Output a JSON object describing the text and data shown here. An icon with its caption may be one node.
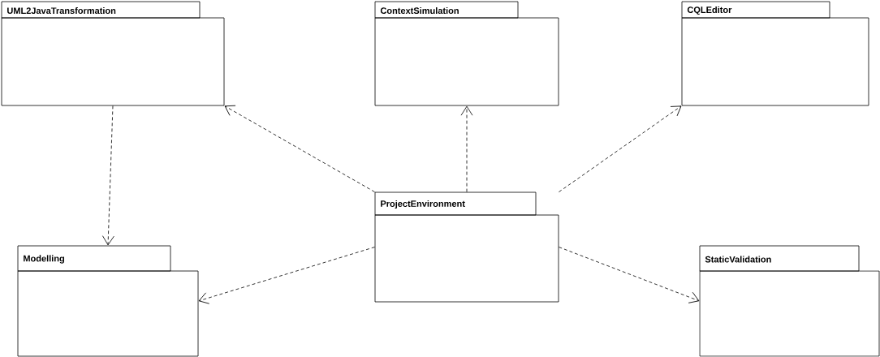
{
  "diagram": {
    "nodes": [
      {
        "text": [
          "UML2JavaTransformation"
        ]
      },
      {
        "text": [
          "ContextSimulation"
        ]
      },
      {
        "text": [
          "CQLEditor"
        ]
      },
      {
        "text": [
          "ProjectEnvironment"
        ]
      },
      {
        "text": [
          "Modelling"
        ]
      },
      {
        "text": [
          "StaticValidation"
        ]
      }
    ],
    "edges": [
      {
        "from": 3,
        "to": 0,
        "arrow": "to",
        "style": "dashed"
      },
      {
        "from": 3,
        "to": 1,
        "arrow": "to",
        "style": "dashed"
      },
      {
        "from": 3,
        "to": 2,
        "arrow": "to",
        "style": "dashed"
      },
      {
        "from": 3,
        "to": 4,
        "arrow": "to",
        "style": "dashed"
      },
      {
        "from": 3,
        "to": 5,
        "arrow": "to",
        "style": "dashed"
      },
      {
        "from": 0,
        "to": 4,
        "arrow": "to",
        "style": "dashed"
      }
    ]
  }
}
